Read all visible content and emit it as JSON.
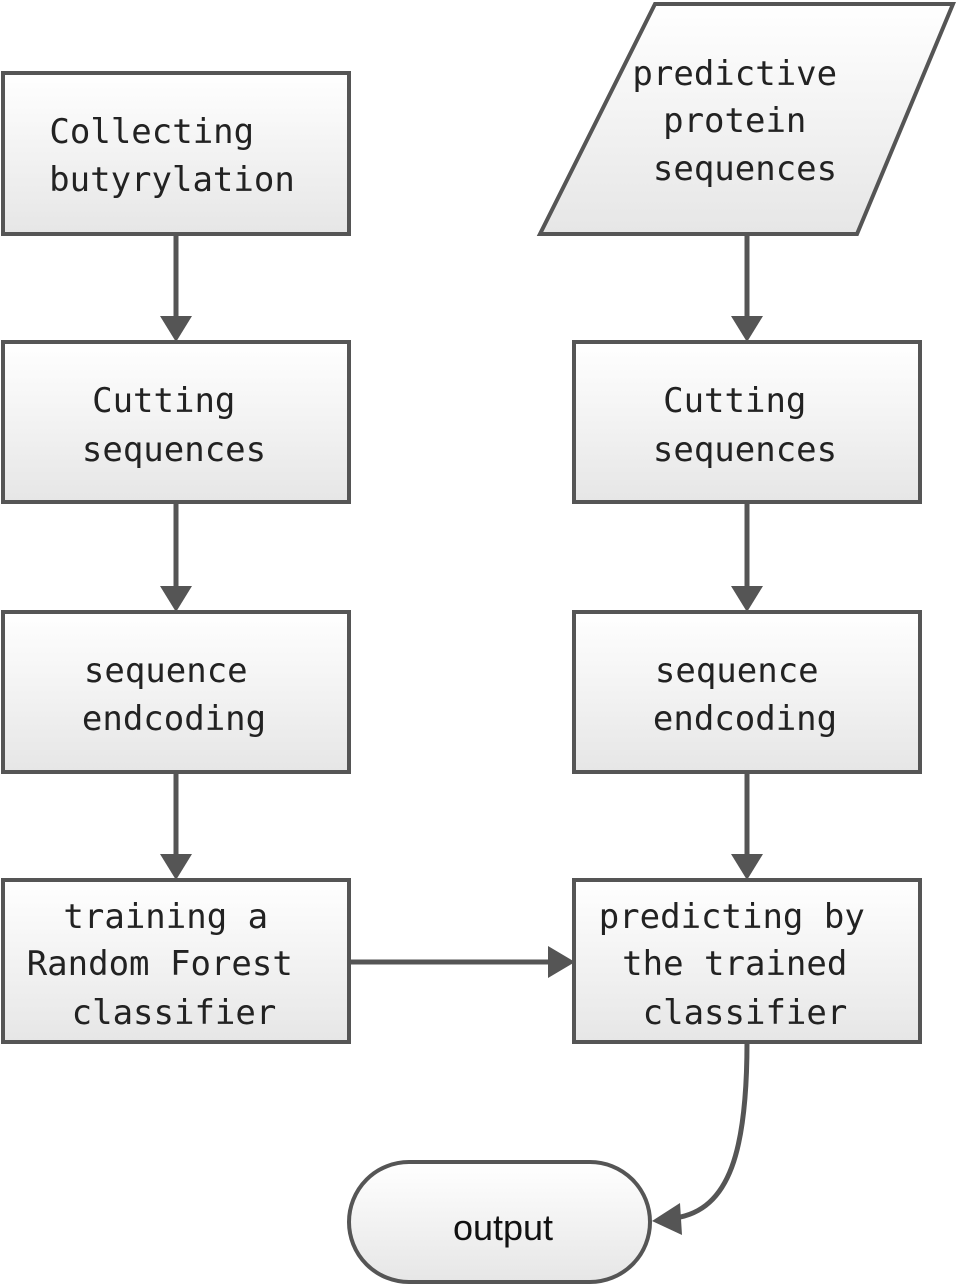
{
  "left_flow": {
    "collect": {
      "line1": "Collecting",
      "line2": "butyrylation"
    },
    "cut": {
      "line1": "Cutting",
      "line2": "sequences"
    },
    "encode": {
      "line1": "sequence",
      "line2": "endcoding"
    },
    "train": {
      "line1": "training a",
      "line2": "Random Forest",
      "line3": "classifier"
    }
  },
  "right_flow": {
    "input": {
      "line1": "predictive",
      "line2": "protein",
      "line3": "sequences"
    },
    "cut": {
      "line1": "Cutting",
      "line2": "sequences"
    },
    "encode": {
      "line1": "sequence",
      "line2": "endcoding"
    },
    "predict": {
      "line1": "predicting by",
      "line2": "the trained",
      "line3": "classifier"
    }
  },
  "terminal": {
    "label": "output"
  },
  "colors": {
    "border": "#555555",
    "fill_top": "#ffffff",
    "fill_bottom": "#e6e6e6"
  }
}
